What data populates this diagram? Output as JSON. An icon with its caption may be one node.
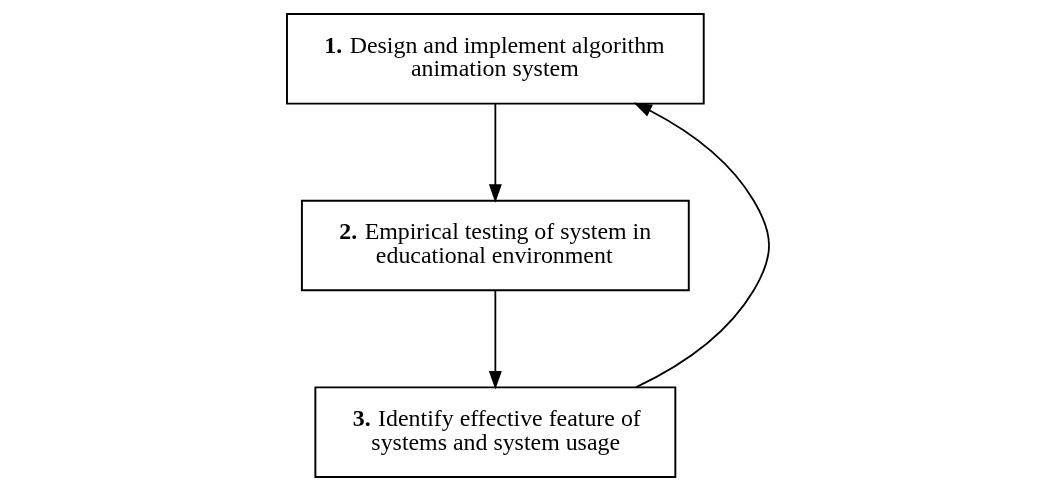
{
  "diagram": {
    "nodes": [
      {
        "text": [
          "**1.** Design and implement algorithm animation system"
        ]
      },
      {
        "text": [
          "**2.** Empirical testing of system in educational environment"
        ]
      },
      {
        "text": [
          "**3.** Identify effective feature of systems and system usage"
        ]
      }
    ],
    "edges": [
      {
        "from": 0,
        "to": 1,
        "arrow": "to"
      },
      {
        "from": 1,
        "to": 2,
        "arrow": "to"
      },
      {
        "from": 2,
        "to": 0,
        "arrow": "to"
      }
    ]
  }
}
